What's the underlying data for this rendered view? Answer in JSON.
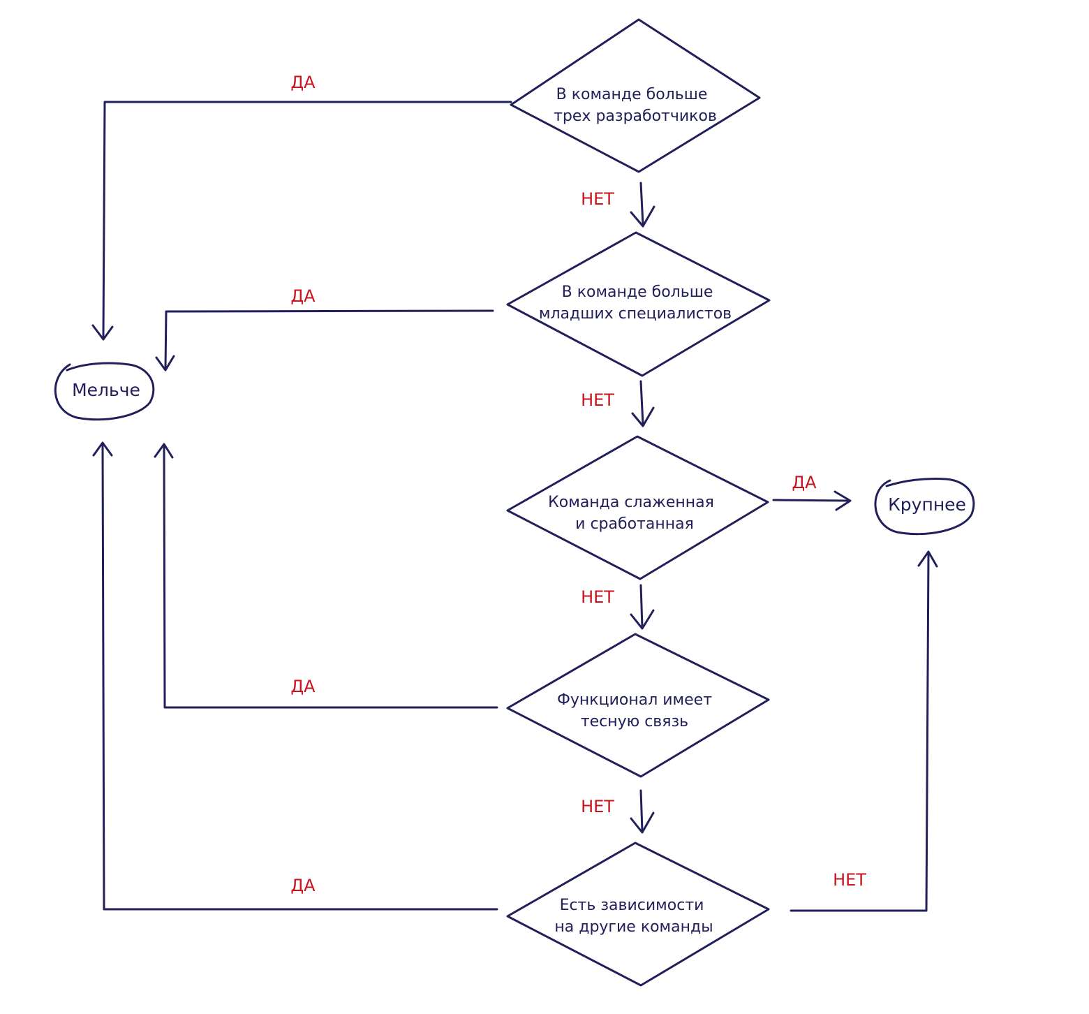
{
  "colors": {
    "ink": "#22205a",
    "accent": "#c8141e",
    "background": "#ffffff"
  },
  "decisions": [
    {
      "line1": "В команде больше",
      "line2": "трех разработчиков"
    },
    {
      "line1": "В команде больше",
      "line2": "младших специалистов"
    },
    {
      "line1": "Команда слаженная",
      "line2": "и сработанная"
    },
    {
      "line1": "Функционал имеет",
      "line2": "тесную связь"
    },
    {
      "line1": "Есть зависимости",
      "line2": "на другие команды"
    }
  ],
  "outcomes": {
    "smaller": "Мельче",
    "larger": "Крупнее"
  },
  "labels": {
    "yes": "ДА",
    "no": "НЕТ"
  }
}
